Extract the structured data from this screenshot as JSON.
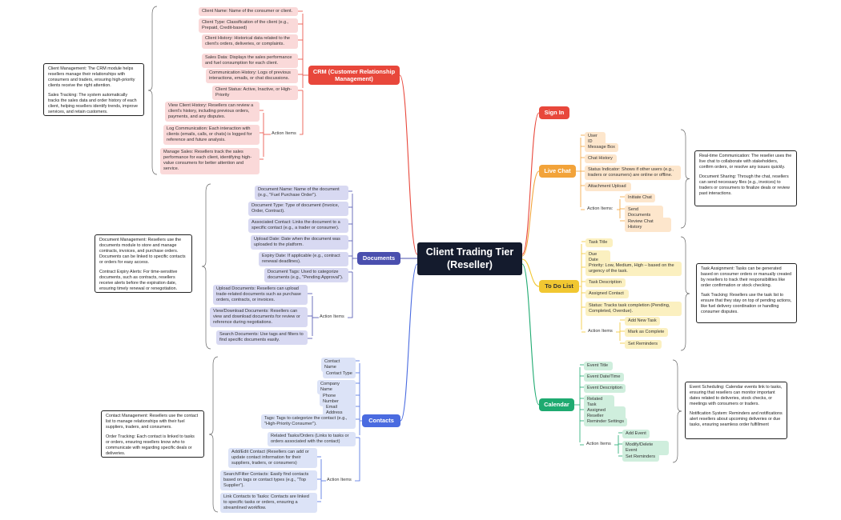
{
  "root": "Client Trading Tier (Reseller)",
  "colors": {
    "crm": "#e8473b",
    "crm_light": "#fad9d9",
    "doc": "#4a4fae",
    "doc_light": "#d8d9f2",
    "contacts": "#4a6be0",
    "contacts_light": "#dce3f7",
    "signin": "#e8473b",
    "chat": "#f2a33a",
    "chat_light": "#fde6cc",
    "todo": "#f1c731",
    "todo_light": "#fbf0c0",
    "calendar": "#1eaa70",
    "calendar_light": "#cfeedd"
  },
  "branches": {
    "crm": {
      "label": "CRM (Customer Relationship Management)",
      "items": [
        "Client Name: Name of the consumer or client.",
        "Client Type: Classification of the client (e.g., Prepaid, Credit-based)",
        "Client History: Historical data related to the client's orders, deliveries, or complaints.",
        "Sales Data: Displays the sales performance and fuel consumption for each client.",
        "Communication History: Logs of previous interactions, emails, or chat discussions.",
        "Client Status: Active, Inactive, or High-Priority"
      ],
      "action_label": "Action Items",
      "actions": [
        "View Client History: Resellers can review a client's history, including previous orders, payments, and any disputes.",
        "Log Communication: Each interaction with clients (emails, calls, or chats) is logged for reference and future analysis.",
        "Manage Sales: Resellers track the sales performance for each client, identifying high-value consumers for better attention and service."
      ],
      "notes": [
        "Client Management: The CRM module helps resellers manage their relationships with consumers and traders, ensuring high-priority clients receive the right attention.",
        "Sales Tracking: The system automatically tracks the sales data and order history of each client, helping resellers identify trends, improve services, and retain customers."
      ]
    },
    "documents": {
      "label": "Documents",
      "items": [
        "Document Name: Name of the document (e.g., \"Fuel Purchase Order\").",
        "Document Type: Type of document (Invoice, Order, Contract).",
        "Associated Contact: Links the document to a specific contact (e.g., a trader or consumer).",
        "Upload Date: Date when the document was uploaded to the platform.",
        "Expiry Date: If applicable (e.g., contract renewal deadlines).",
        "Document Tags: Used to categorize documents (e.g., \"Pending Approval\")."
      ],
      "action_label": "Action Items",
      "actions": [
        "Upload Documents: Resellers can upload trade-related documents such as purchase orders, contracts, or invoices.",
        "View/Download Documents: Resellers can view and download documents for review or reference during negotiations.",
        "Search Documents: Use tags and filters to find specific documents easily."
      ],
      "notes": [
        "Document Management: Resellers use the documents module to store and manage contracts, invoices, and purchase orders. Documents can be linked to specific contacts or orders for easy access.",
        "Contract Expiry Alerts: For time-sensitive documents, such as contracts, resellers receive alerts before the expiration date, ensuring timely renewal or renegotiation."
      ]
    },
    "contacts": {
      "label": "Contacts",
      "items": [
        "Contact Name",
        "Contact Type",
        "Company Name",
        "Phone Number",
        "Email Address",
        "Tags: Tags to categorize the contact (e.g., \"High-Priority Consumer\").",
        "Related Tasks/Orders (Links to tasks or orders associated with the contact)"
      ],
      "action_label": "Action Items",
      "actions": [
        "Add/Edit Contact (Resellers can add or update contact information for their suppliers, traders, or consumers)",
        "Search/Filter Contacts: Easily find contacts based on tags or contact types (e.g., \"Top Supplier\").",
        "Link Contacts to Tasks: Contacts are linked to specific tasks or orders, ensuring a streamlined workflow."
      ],
      "notes": [
        "Contact Management: Resellers use the contact list to manage relationships with their fuel suppliers, traders, and consumers.",
        "Order Tracking: Each contact is linked to tasks or orders, ensuring resellers know who to communicate with regarding specific deals or deliveries."
      ]
    },
    "signin": {
      "label": "Sign In"
    },
    "livechat": {
      "label": "Live Chat",
      "items": [
        "User ID",
        "Message Box",
        "Chat History",
        "Status Indicator: Shows if other users (e.g., traders or consumers) are online or offline.",
        "Attachment Upload"
      ],
      "action_label": "Action Items:",
      "actions": [
        "Initiate Chat",
        "Send Documents",
        "Review Chat History"
      ],
      "notes": [
        "Real-time Communication: The reseller uses the live chat to collaborate with stakeholders, confirm orders, or resolve any issues quickly.",
        "Document Sharing: Through the chat, resellers can send necessary files (e.g., invoices) to traders or consumers to finalize deals or review past interactions."
      ]
    },
    "todo": {
      "label": "To Do List",
      "items": [
        "Task Title",
        "Due Date",
        "Priority: Low, Medium, High – based on the urgency of the task.",
        "Task Description",
        "Assigned Contact",
        "Status: Tracks task completion (Pending, Completed, Overdue)."
      ],
      "action_label": "Action Items",
      "actions": [
        "Add New Task",
        "Mark as Complete",
        "Set Reminders"
      ],
      "notes": [
        "Task Assignment: Tasks can be generated based on consumer orders or manually created by resellers to track their responsibilities like order confirmation or stock checking.",
        "Task Tracking: Resellers use the task list to ensure that they stay on top of pending actions, like fuel delivery coordination or handling consumer disputes."
      ]
    },
    "calendar": {
      "label": "Calendar",
      "items": [
        "Event Title",
        "Event Date/Time",
        "Event Description",
        "Related Task",
        "Assigned Reseller",
        "Reminder Settings"
      ],
      "action_label": "Action Items",
      "actions": [
        "Add Event",
        "Modify/Delete Event",
        "Set Reminders"
      ],
      "notes": [
        "Event Scheduling: Calendar events link to tasks, ensuring that resellers can monitor important dates related to deliveries, stock checks, or meetings with consumers or traders.",
        "Notification System: Reminders and notifications alert resellers about upcoming deliveries or due tasks, ensuring seamless order fulfillment"
      ]
    }
  }
}
